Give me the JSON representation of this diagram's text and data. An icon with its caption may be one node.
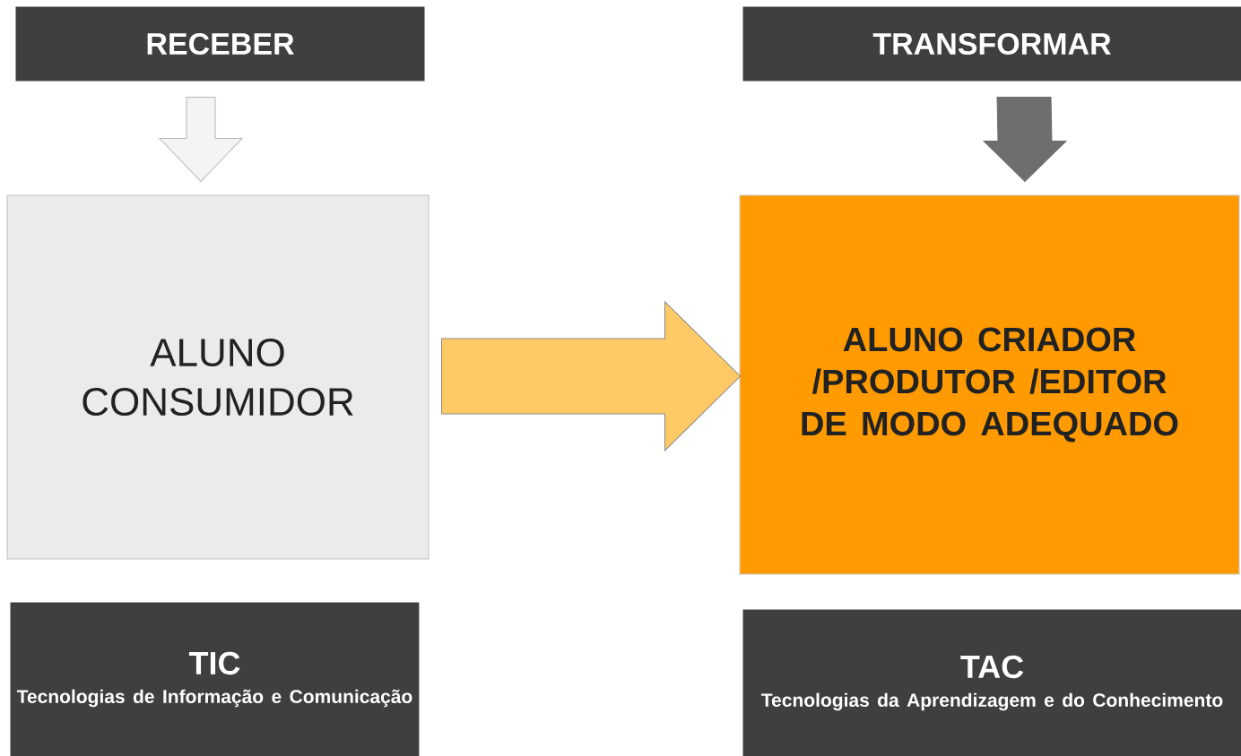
{
  "diagram": {
    "nodes": [
      {
        "text": [
          "RECEBER"
        ]
      },
      {
        "text": [
          "TRANSFORMAR"
        ]
      },
      {
        "text": [
          "ALUNO CONSUMIDOR"
        ]
      },
      {
        "text": [
          "ALUNO CRIADOR /PRODUTOR /EDITOR DE MODO ADEQUADO"
        ]
      },
      {
        "text": [
          "TIC",
          "Tecnologias de Informação e Comunicação"
        ]
      },
      {
        "text": [
          "TAC",
          "Tecnologias da Aprendizagem e do Conhecimento"
        ]
      }
    ],
    "edges": [
      {
        "from": 0,
        "to": 2,
        "arrow": "to",
        "color": "#f4f4f4"
      },
      {
        "from": 1,
        "to": 3,
        "arrow": "to",
        "color": "#6e6e6e"
      },
      {
        "from": 2,
        "to": 3,
        "arrow": "to",
        "color": "#ffc966"
      }
    ]
  }
}
